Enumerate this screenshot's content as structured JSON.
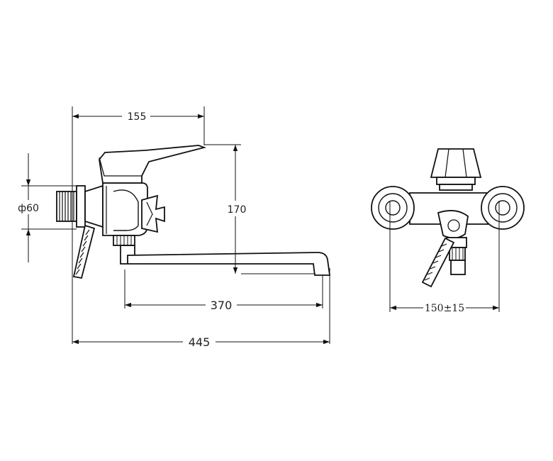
{
  "drawing": {
    "dimensions": {
      "top_width": "155",
      "height": "170",
      "diameter": "ф60",
      "spout_reach": "370",
      "total_length": "445",
      "inlet_spacing": "150±15"
    }
  }
}
